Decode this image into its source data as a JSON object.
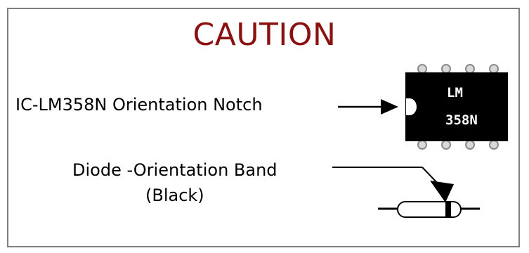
{
  "title": "CAUTION",
  "ic": {
    "label": "IC-LM358N Orientation Notch",
    "chip_text_line1": "LM",
    "chip_text_line2": "358N"
  },
  "diode": {
    "label_line1": "Diode -Orientation Band",
    "label_line2": "(Black)"
  },
  "colors": {
    "title": "#8b1010",
    "chip_body": "#000000",
    "chip_pins": "#d9d9d9",
    "frame": "#7f7f7f"
  }
}
